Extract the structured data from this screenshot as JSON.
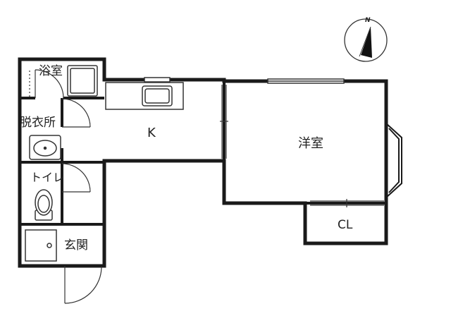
{
  "rooms": {
    "bathroom": "浴室",
    "dressing": "脱衣所",
    "toilet": "トイレ",
    "entrance": "玄関",
    "kitchen": "K",
    "western_room": "洋室",
    "closet": "CL"
  },
  "compass": {
    "north": "N"
  },
  "colors": {
    "wall": "#1a1a1a",
    "line": "#333333"
  }
}
